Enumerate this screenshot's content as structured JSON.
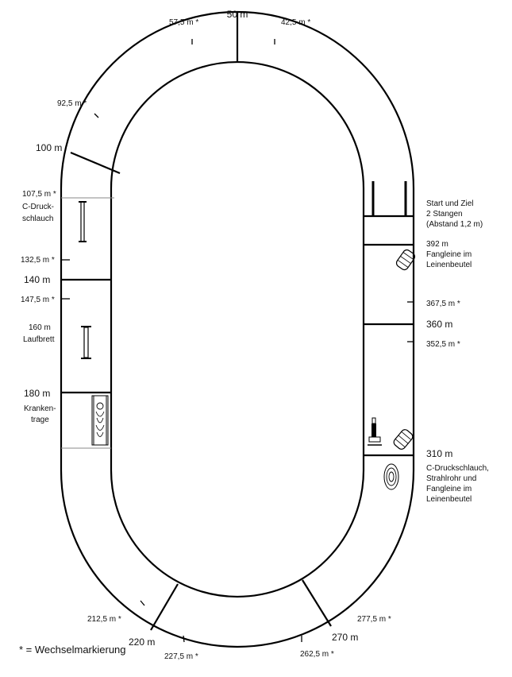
{
  "diagram": {
    "legend": "* = Wechselmarkierung",
    "labels": {
      "m50": "50 m",
      "m57_5": "57,5 m *",
      "m42_5": "42,5 m *",
      "m92_5": "92,5 m *",
      "m100": "100 m",
      "m107_5": "107,5 m *",
      "c_hose_1": "C-Druck-",
      "c_hose_2": "schlauch",
      "m132_5": "132,5 m *",
      "m140": "140 m",
      "m147_5": "147,5 m *",
      "m160": "160 m",
      "board": "Laufbrett",
      "m180": "180 m",
      "stretcher_1": "Kranken-",
      "stretcher_2": "trage",
      "start_1": "Start und Ziel",
      "start_2": "2 Stangen",
      "start_3": "(Abstand 1,2 m)",
      "m392": "392 m",
      "rope_1": "Fangleine im",
      "rope_2": "Leinenbeutel",
      "m367_5": "367,5 m *",
      "m360": "360 m",
      "m352_5": "352,5 m *",
      "m310": "310 m",
      "equip_1": "C-Druckschlauch,",
      "equip_2": "Strahlrohr und",
      "equip_3": "Fangleine im",
      "equip_4": "Leinenbeutel",
      "m212_5": "212,5 m *",
      "m220": "220 m",
      "m227_5": "227,5 m *",
      "m262_5": "262,5 m *",
      "m270": "270 m",
      "m277_5": "277,5 m *"
    }
  }
}
